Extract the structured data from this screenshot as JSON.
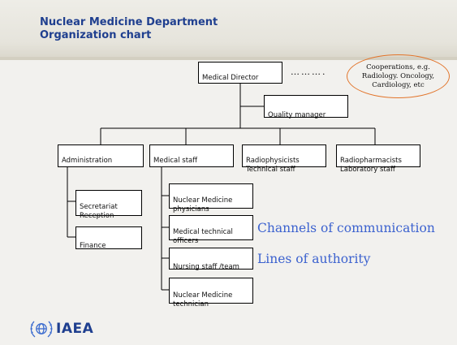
{
  "slide": {
    "title_line1": "Nuclear Medicine Department",
    "title_line2": "Organization chart",
    "logo_text": "IAEA"
  },
  "org_chart": {
    "top": "Medical Director",
    "quality": "Quality manager",
    "cooperations": "Cooperations, e.g.\nRadiology. Oncology,\nCardiology, etc",
    "dots": "……….",
    "departments": [
      "Administration",
      "Medical staff",
      "Radiophysicists\nTechnical staff",
      "Radiopharmacists\nLaboratory staff"
    ],
    "administration_children": [
      "Secretariat\nReception",
      "Finance"
    ],
    "medical_staff_children": [
      "Nuclear Medicine\nphysicians",
      "Medical technical\nofficers",
      "Nursing staff /team",
      "Nuclear Medicine\ntechnician"
    ]
  },
  "legend": {
    "line1": "Channels of communication",
    "line2": "Lines of authority"
  },
  "colors": {
    "title": "#1f3f8f",
    "legend": "#3c62cf",
    "ellipse_border": "#e2742a",
    "header": "#e6e4dc"
  }
}
